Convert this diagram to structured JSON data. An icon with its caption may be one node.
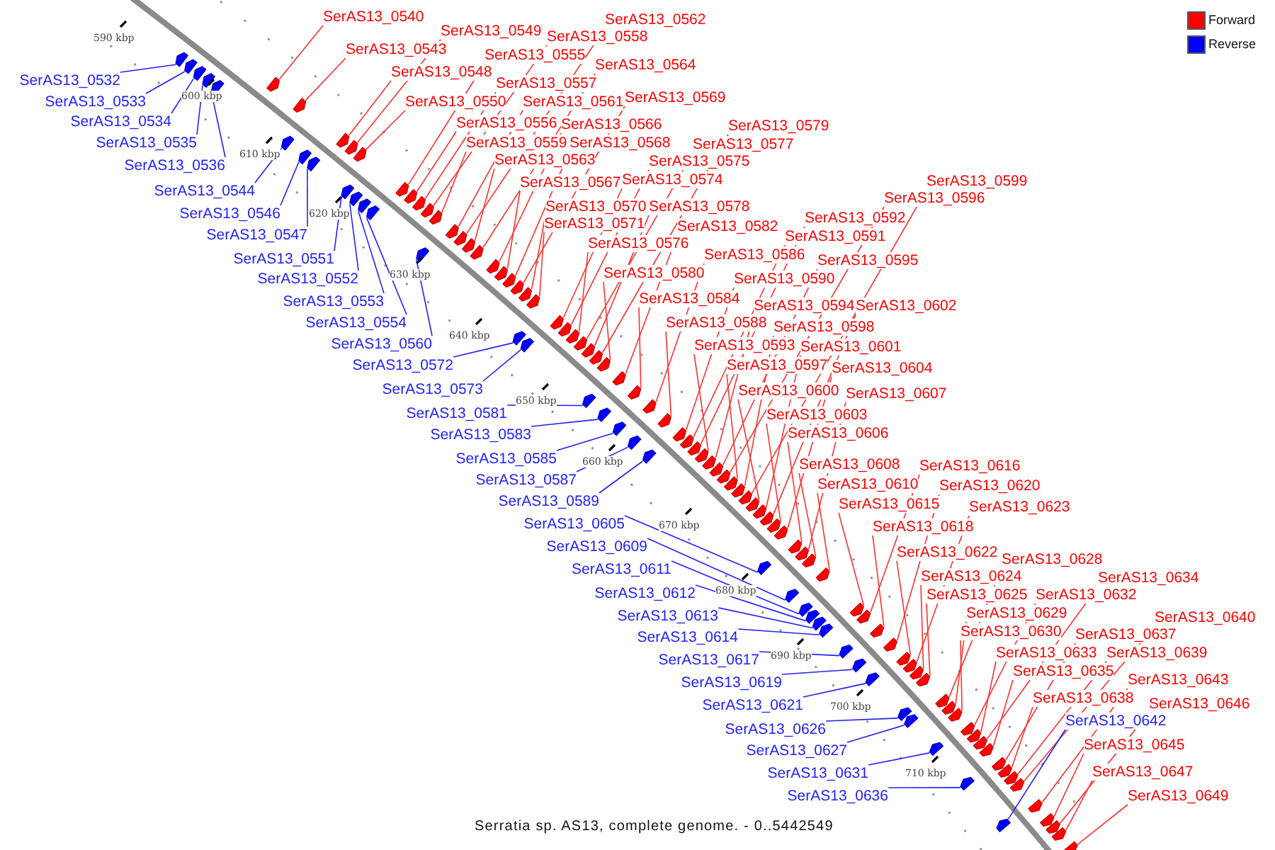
{
  "diagram": {
    "caption": "Serratia sp. AS13, complete genome. - 0..5442549",
    "nodes": [
      {
        "text": [
          "SerAS13_0540"
        ]
      },
      {
        "text": [
          "SerAS13_0549"
        ]
      },
      {
        "text": [
          "SerAS13_0562"
        ]
      },
      {
        "text": [
          "SerAS13_0543"
        ]
      },
      {
        "text": [
          "SerAS13_0558"
        ]
      },
      {
        "text": [
          "SerAS13_0555"
        ]
      },
      {
        "text": [
          "SerAS13_0564"
        ]
      },
      {
        "text": [
          "SerAS13_0548"
        ]
      },
      {
        "text": [
          "SerAS13_0557"
        ]
      },
      {
        "text": [
          "SerAS13_0569"
        ]
      },
      {
        "text": [
          "SerAS13_0550"
        ]
      },
      {
        "text": [
          "SerAS13_0561"
        ]
      },
      {
        "text": [
          "SerAS13_0556"
        ]
      },
      {
        "text": [
          "SerAS13_0566"
        ]
      },
      {
        "text": [
          "SerAS13_0579"
        ]
      },
      {
        "text": [
          "SerAS13_0559"
        ]
      },
      {
        "text": [
          "SerAS13_0568"
        ]
      },
      {
        "text": [
          "SerAS13_0577"
        ]
      },
      {
        "text": [
          "SerAS13_0563"
        ]
      },
      {
        "text": [
          "SerAS13_0575"
        ]
      },
      {
        "text": [
          "SerAS13_0567"
        ]
      },
      {
        "text": [
          "SerAS13_0574"
        ]
      },
      {
        "text": [
          "SerAS13_0599"
        ]
      },
      {
        "text": [
          "SerAS13_0596"
        ]
      },
      {
        "text": [
          "SerAS13_0570"
        ]
      },
      {
        "text": [
          "SerAS13_0578"
        ]
      },
      {
        "text": [
          "SerAS13_0592"
        ]
      },
      {
        "text": [
          "SerAS13_0571"
        ]
      },
      {
        "text": [
          "SerAS13_0582"
        ]
      },
      {
        "text": [
          "SerAS13_0591"
        ]
      },
      {
        "text": [
          "SerAS13_0576"
        ]
      },
      {
        "text": [
          "SerAS13_0586"
        ]
      },
      {
        "text": [
          "SerAS13_0595"
        ]
      },
      {
        "text": [
          "SerAS13_0580"
        ]
      },
      {
        "text": [
          "SerAS13_0590"
        ]
      },
      {
        "text": [
          "SerAS13_0584"
        ]
      },
      {
        "text": [
          "SerAS13_0594"
        ]
      },
      {
        "text": [
          "SerAS13_0602"
        ]
      },
      {
        "text": [
          "SerAS13_0588"
        ]
      },
      {
        "text": [
          "SerAS13_0598"
        ]
      },
      {
        "text": [
          "SerAS13_0593"
        ]
      },
      {
        "text": [
          "SerAS13_0601"
        ]
      },
      {
        "text": [
          "SerAS13_0597"
        ]
      },
      {
        "text": [
          "SerAS13_0604"
        ]
      },
      {
        "text": [
          "SerAS13_0600"
        ]
      },
      {
        "text": [
          "SerAS13_0607"
        ]
      },
      {
        "text": [
          "SerAS13_0603"
        ]
      },
      {
        "text": [
          "SerAS13_0606"
        ]
      },
      {
        "text": [
          "SerAS13_0608"
        ]
      },
      {
        "text": [
          "SerAS13_0616"
        ]
      },
      {
        "text": [
          "SerAS13_0610"
        ]
      },
      {
        "text": [
          "SerAS13_0620"
        ]
      },
      {
        "text": [
          "SerAS13_0615"
        ]
      },
      {
        "text": [
          "SerAS13_0623"
        ]
      },
      {
        "text": [
          "SerAS13_0618"
        ]
      },
      {
        "text": [
          "SerAS13_0622"
        ]
      },
      {
        "text": [
          "SerAS13_0628"
        ]
      },
      {
        "text": [
          "SerAS13_0624"
        ]
      },
      {
        "text": [
          "SerAS13_0634"
        ]
      },
      {
        "text": [
          "SerAS13_0625"
        ]
      },
      {
        "text": [
          "SerAS13_0632"
        ]
      },
      {
        "text": [
          "SerAS13_0629"
        ]
      },
      {
        "text": [
          "SerAS13_0640"
        ]
      },
      {
        "text": [
          "SerAS13_0630"
        ]
      },
      {
        "text": [
          "SerAS13_0637"
        ]
      },
      {
        "text": [
          "SerAS13_0633"
        ]
      },
      {
        "text": [
          "SerAS13_0639"
        ]
      },
      {
        "text": [
          "SerAS13_0635"
        ]
      },
      {
        "text": [
          "SerAS13_0643"
        ]
      },
      {
        "text": [
          "SerAS13_0638"
        ]
      },
      {
        "text": [
          "SerAS13_0646"
        ]
      },
      {
        "text": [
          "SerAS13_0642"
        ]
      },
      {
        "text": [
          "SerAS13_0645"
        ]
      },
      {
        "text": [
          "SerAS13_0647"
        ]
      },
      {
        "text": [
          "SerAS13_0649"
        ]
      },
      {
        "text": [
          "SerAS13_0532"
        ]
      },
      {
        "text": [
          "SerAS13_0533"
        ]
      },
      {
        "text": [
          "SerAS13_0534"
        ]
      },
      {
        "text": [
          "SerAS13_0535"
        ]
      },
      {
        "text": [
          "SerAS13_0536"
        ]
      },
      {
        "text": [
          "SerAS13_0544"
        ]
      },
      {
        "text": [
          "SerAS13_0546"
        ]
      },
      {
        "text": [
          "SerAS13_0547"
        ]
      },
      {
        "text": [
          "SerAS13_0551"
        ]
      },
      {
        "text": [
          "SerAS13_0552"
        ]
      },
      {
        "text": [
          "SerAS13_0553"
        ]
      },
      {
        "text": [
          "SerAS13_0554"
        ]
      },
      {
        "text": [
          "SerAS13_0560"
        ]
      },
      {
        "text": [
          "SerAS13_0572"
        ]
      },
      {
        "text": [
          "SerAS13_0573"
        ]
      },
      {
        "text": [
          "SerAS13_0581"
        ]
      },
      {
        "text": [
          "SerAS13_0583"
        ]
      },
      {
        "text": [
          "SerAS13_0585"
        ]
      },
      {
        "text": [
          "SerAS13_0587"
        ]
      },
      {
        "text": [
          "SerAS13_0589"
        ]
      },
      {
        "text": [
          "SerAS13_0605"
        ]
      },
      {
        "text": [
          "SerAS13_0609"
        ]
      },
      {
        "text": [
          "SerAS13_0611"
        ]
      },
      {
        "text": [
          "SerAS13_0612"
        ]
      },
      {
        "text": [
          "SerAS13_0613"
        ]
      },
      {
        "text": [
          "SerAS13_0614"
        ]
      },
      {
        "text": [
          "SerAS13_0617"
        ]
      },
      {
        "text": [
          "SerAS13_0619"
        ]
      },
      {
        "text": [
          "SerAS13_0621"
        ]
      },
      {
        "text": [
          "SerAS13_0626"
        ]
      },
      {
        "text": [
          "SerAS13_0627"
        ]
      },
      {
        "text": [
          "SerAS13_0631"
        ]
      },
      {
        "text": [
          "SerAS13_0636"
        ]
      },
      {
        "text": [],
        "shape": "arrow"
      },
      {
        "text": [],
        "shape": "arrow"
      },
      {
        "text": [],
        "shape": "arrow"
      },
      {
        "text": [],
        "shape": "arrow"
      },
      {
        "text": [],
        "shape": "arrow"
      },
      {
        "text": [],
        "shape": "arrow"
      },
      {
        "text": [],
        "shape": "arrow"
      },
      {
        "text": [],
        "shape": "arrow"
      },
      {
        "text": [],
        "shape": "arrow"
      },
      {
        "text": [],
        "shape": "arrow"
      },
      {
        "text": [],
        "shape": "arrow"
      },
      {
        "text": [],
        "shape": "arrow"
      },
      {
        "text": [],
        "shape": "arrow"
      },
      {
        "text": [],
        "shape": "arrow"
      },
      {
        "text": [],
        "shape": "arrow"
      },
      {
        "text": [],
        "shape": "arrow"
      },
      {
        "text": [],
        "shape": "arrow"
      },
      {
        "text": [],
        "shape": "arrow"
      },
      {
        "text": [],
        "shape": "arrow"
      },
      {
        "text": [],
        "shape": "arrow"
      },
      {
        "text": [],
        "shape": "arrow"
      },
      {
        "text": [],
        "shape": "arrow"
      },
      {
        "text": [],
        "shape": "arrow"
      },
      {
        "text": [],
        "shape": "arrow"
      },
      {
        "text": [],
        "shape": "arrow"
      },
      {
        "text": [],
        "shape": "arrow"
      },
      {
        "text": [],
        "shape": "arrow"
      },
      {
        "text": [],
        "shape": "arrow"
      },
      {
        "text": [],
        "shape": "arrow"
      },
      {
        "text": [],
        "shape": "arrow"
      },
      {
        "text": [],
        "shape": "arrow"
      },
      {
        "text": [],
        "shape": "arrow"
      },
      {
        "text": [],
        "shape": "arrow"
      },
      {
        "text": [],
        "shape": "arrow"
      },
      {
        "text": [],
        "shape": "arrow"
      },
      {
        "text": [],
        "shape": "arrow"
      },
      {
        "text": [],
        "shape": "arrow"
      },
      {
        "text": [],
        "shape": "arrow"
      },
      {
        "text": [],
        "shape": "arrow"
      },
      {
        "text": [],
        "shape": "arrow"
      },
      {
        "text": [],
        "shape": "arrow"
      },
      {
        "text": [],
        "shape": "arrow"
      },
      {
        "text": [],
        "shape": "arrow"
      },
      {
        "text": [],
        "shape": "arrow"
      },
      {
        "text": [],
        "shape": "arrow"
      },
      {
        "text": [],
        "shape": "arrow"
      },
      {
        "text": [],
        "shape": "arrow"
      },
      {
        "text": [],
        "shape": "arrow"
      },
      {
        "text": [],
        "shape": "arrow"
      },
      {
        "text": [],
        "shape": "arrow"
      },
      {
        "text": [],
        "shape": "arrow"
      },
      {
        "text": [],
        "shape": "arrow"
      },
      {
        "text": [],
        "shape": "arrow"
      },
      {
        "text": [],
        "shape": "arrow"
      },
      {
        "text": [],
        "shape": "arrow"
      },
      {
        "text": [],
        "shape": "arrow"
      },
      {
        "text": [],
        "shape": "arrow"
      },
      {
        "text": [],
        "shape": "arrow"
      },
      {
        "text": [],
        "shape": "arrow"
      },
      {
        "text": [],
        "shape": "arrow"
      },
      {
        "text": [],
        "shape": "arrow"
      },
      {
        "text": [],
        "shape": "arrow"
      },
      {
        "text": [],
        "shape": "arrow"
      },
      {
        "text": [],
        "shape": "arrow"
      },
      {
        "text": [],
        "shape": "arrow"
      },
      {
        "text": [],
        "shape": "arrow"
      },
      {
        "text": [],
        "shape": "arrow"
      },
      {
        "text": [],
        "shape": "arrow"
      },
      {
        "text": [],
        "shape": "arrow"
      },
      {
        "text": [],
        "shape": "arrow"
      },
      {
        "text": [],
        "shape": "arrow"
      },
      {
        "text": [],
        "shape": "arrow"
      },
      {
        "text": [],
        "shape": "arrow"
      },
      {
        "text": [],
        "shape": "arrow"
      },
      {
        "text": [],
        "shape": "arrow"
      },
      {
        "text": [],
        "shape": "arrow"
      },
      {
        "text": [],
        "shape": "arrow"
      },
      {
        "text": [],
        "shape": "arrow"
      },
      {
        "text": [],
        "shape": "arrow"
      },
      {
        "text": [],
        "shape": "arrow"
      },
      {
        "text": [],
        "shape": "arrow"
      },
      {
        "text": [],
        "shape": "arrow"
      },
      {
        "text": [],
        "shape": "arrow"
      },
      {
        "text": [],
        "shape": "arrow"
      },
      {
        "text": [],
        "shape": "arrow"
      },
      {
        "text": [],
        "shape": "arrow"
      },
      {
        "text": [],
        "shape": "arrow"
      },
      {
        "text": [],
        "shape": "arrow"
      },
      {
        "text": [],
        "shape": "arrow"
      },
      {
        "text": [],
        "shape": "arrow"
      },
      {
        "text": [],
        "shape": "arrow"
      },
      {
        "text": [],
        "shape": "arrow"
      },
      {
        "text": [],
        "shape": "arrow"
      },
      {
        "text": [],
        "shape": "arrow"
      },
      {
        "text": [],
        "shape": "arrow"
      },
      {
        "text": [],
        "shape": "arrow"
      },
      {
        "text": [],
        "shape": "arrow"
      },
      {
        "text": [],
        "shape": "arrow"
      },
      {
        "text": [],
        "shape": "arrow"
      },
      {
        "text": [],
        "shape": "arrow"
      },
      {
        "text": [],
        "shape": "arrow"
      },
      {
        "text": [],
        "shape": "arrow"
      },
      {
        "text": [],
        "shape": "arrow"
      },
      {
        "text": [],
        "shape": "arrow"
      },
      {
        "text": [],
        "shape": "arrow"
      },
      {
        "text": [],
        "shape": "arrow"
      },
      {
        "text": [],
        "shape": "arrow"
      },
      {
        "text": [],
        "shape": "arrow"
      }
    ],
    "edges": [
      {
        "from": 0,
        "to": 113,
        "arrow": "none"
      },
      {
        "from": 1,
        "to": 119,
        "arrow": "none"
      },
      {
        "from": 2,
        "to": 132,
        "arrow": "none"
      },
      {
        "from": 3,
        "to": 114,
        "arrow": "none"
      },
      {
        "from": 4,
        "to": 128,
        "arrow": "none"
      },
      {
        "from": 5,
        "to": 125,
        "arrow": "none"
      },
      {
        "from": 6,
        "to": 134,
        "arrow": "none"
      },
      {
        "from": 7,
        "to": 118,
        "arrow": "none"
      },
      {
        "from": 8,
        "to": 127,
        "arrow": "none"
      },
      {
        "from": 9,
        "to": 138,
        "arrow": "none"
      },
      {
        "from": 10,
        "to": 120,
        "arrow": "none"
      },
      {
        "from": 11,
        "to": 131,
        "arrow": "none"
      },
      {
        "from": 12,
        "to": 126,
        "arrow": "none"
      },
      {
        "from": 13,
        "to": 135,
        "arrow": "none"
      },
      {
        "from": 14,
        "to": 148,
        "arrow": "none"
      },
      {
        "from": 15,
        "to": 129,
        "arrow": "none"
      },
      {
        "from": 16,
        "to": 137,
        "arrow": "none"
      },
      {
        "from": 17,
        "to": 146,
        "arrow": "none"
      },
      {
        "from": 18,
        "to": 133,
        "arrow": "none"
      },
      {
        "from": 19,
        "to": 144,
        "arrow": "none"
      },
      {
        "from": 20,
        "to": 136,
        "arrow": "none"
      },
      {
        "from": 21,
        "to": 143,
        "arrow": "none"
      },
      {
        "from": 22,
        "to": 168,
        "arrow": "none"
      },
      {
        "from": 23,
        "to": 165,
        "arrow": "none"
      },
      {
        "from": 24,
        "to": 139,
        "arrow": "none"
      },
      {
        "from": 25,
        "to": 147,
        "arrow": "none"
      },
      {
        "from": 26,
        "to": 161,
        "arrow": "none"
      },
      {
        "from": 27,
        "to": 140,
        "arrow": "none"
      },
      {
        "from": 28,
        "to": 151,
        "arrow": "none"
      },
      {
        "from": 29,
        "to": 160,
        "arrow": "none"
      },
      {
        "from": 30,
        "to": 145,
        "arrow": "none"
      },
      {
        "from": 31,
        "to": 155,
        "arrow": "none"
      },
      {
        "from": 32,
        "to": 164,
        "arrow": "none"
      },
      {
        "from": 33,
        "to": 149,
        "arrow": "none"
      },
      {
        "from": 34,
        "to": 159,
        "arrow": "none"
      },
      {
        "from": 35,
        "to": 153,
        "arrow": "none"
      },
      {
        "from": 36,
        "to": 163,
        "arrow": "none"
      },
      {
        "from": 37,
        "to": 171,
        "arrow": "none"
      },
      {
        "from": 38,
        "to": 157,
        "arrow": "none"
      },
      {
        "from": 39,
        "to": 167,
        "arrow": "none"
      },
      {
        "from": 40,
        "to": 162,
        "arrow": "none"
      },
      {
        "from": 41,
        "to": 170,
        "arrow": "none"
      },
      {
        "from": 42,
        "to": 166,
        "arrow": "none"
      },
      {
        "from": 43,
        "to": 173,
        "arrow": "none"
      },
      {
        "from": 44,
        "to": 169,
        "arrow": "none"
      },
      {
        "from": 45,
        "to": 176,
        "arrow": "none"
      },
      {
        "from": 46,
        "to": 172,
        "arrow": "none"
      },
      {
        "from": 47,
        "to": 175,
        "arrow": "none"
      },
      {
        "from": 48,
        "to": 177,
        "arrow": "none"
      },
      {
        "from": 49,
        "to": 185,
        "arrow": "none"
      },
      {
        "from": 50,
        "to": 179,
        "arrow": "none"
      },
      {
        "from": 51,
        "to": 189,
        "arrow": "none"
      },
      {
        "from": 52,
        "to": 184,
        "arrow": "none"
      },
      {
        "from": 53,
        "to": 192,
        "arrow": "none"
      },
      {
        "from": 54,
        "to": 187,
        "arrow": "none"
      },
      {
        "from": 55,
        "to": 191,
        "arrow": "none"
      },
      {
        "from": 56,
        "to": 197,
        "arrow": "none"
      },
      {
        "from": 57,
        "to": 193,
        "arrow": "none"
      },
      {
        "from": 58,
        "to": 203,
        "arrow": "none"
      },
      {
        "from": 59,
        "to": 194,
        "arrow": "none"
      },
      {
        "from": 60,
        "to": 201,
        "arrow": "none"
      },
      {
        "from": 61,
        "to": 198,
        "arrow": "none"
      },
      {
        "from": 62,
        "to": 209,
        "arrow": "none"
      },
      {
        "from": 63,
        "to": 199,
        "arrow": "none"
      },
      {
        "from": 64,
        "to": 206,
        "arrow": "none"
      },
      {
        "from": 65,
        "to": 202,
        "arrow": "none"
      },
      {
        "from": 66,
        "to": 208,
        "arrow": "none"
      },
      {
        "from": 67,
        "to": 204,
        "arrow": "none"
      },
      {
        "from": 68,
        "to": 211,
        "arrow": "none"
      },
      {
        "from": 69,
        "to": 207,
        "arrow": "none"
      },
      {
        "from": 70,
        "to": 213,
        "arrow": "none"
      },
      {
        "from": 71,
        "to": 210,
        "arrow": "none",
        "color": "#2020ff"
      },
      {
        "from": 72,
        "to": 212,
        "arrow": "none"
      },
      {
        "from": 73,
        "to": 214,
        "arrow": "none"
      },
      {
        "from": 74,
        "to": 215,
        "arrow": "none"
      },
      {
        "from": 75,
        "to": 108,
        "arrow": "none",
        "color": "#2020ff"
      },
      {
        "from": 76,
        "to": 109,
        "arrow": "none",
        "color": "#2020ff"
      },
      {
        "from": 77,
        "to": 110,
        "arrow": "none",
        "color": "#2020ff"
      },
      {
        "from": 78,
        "to": 111,
        "arrow": "none",
        "color": "#2020ff"
      },
      {
        "from": 79,
        "to": 112,
        "arrow": "none",
        "color": "#2020ff"
      },
      {
        "from": 80,
        "to": 115,
        "arrow": "none",
        "color": "#2020ff"
      },
      {
        "from": 81,
        "to": 116,
        "arrow": "none",
        "color": "#2020ff"
      },
      {
        "from": 82,
        "to": 117,
        "arrow": "none",
        "color": "#2020ff"
      },
      {
        "from": 83,
        "to": 121,
        "arrow": "none",
        "color": "#2020ff"
      },
      {
        "from": 84,
        "to": 122,
        "arrow": "none",
        "color": "#2020ff"
      },
      {
        "from": 85,
        "to": 123,
        "arrow": "none",
        "color": "#2020ff"
      },
      {
        "from": 86,
        "to": 124,
        "arrow": "none",
        "color": "#2020ff"
      },
      {
        "from": 87,
        "to": 130,
        "arrow": "none",
        "color": "#2020ff"
      },
      {
        "from": 88,
        "to": 141,
        "arrow": "none",
        "color": "#2020ff"
      },
      {
        "from": 89,
        "to": 142,
        "arrow": "none",
        "color": "#2020ff"
      },
      {
        "from": 90,
        "to": 150,
        "arrow": "none",
        "color": "#2020ff"
      },
      {
        "from": 91,
        "to": 152,
        "arrow": "none",
        "color": "#2020ff"
      },
      {
        "from": 92,
        "to": 154,
        "arrow": "none",
        "color": "#2020ff"
      },
      {
        "from": 93,
        "to": 156,
        "arrow": "none",
        "color": "#2020ff"
      },
      {
        "from": 94,
        "to": 158,
        "arrow": "none",
        "color": "#2020ff"
      },
      {
        "from": 95,
        "to": 174,
        "arrow": "none",
        "color": "#2020ff"
      },
      {
        "from": 96,
        "to": 178,
        "arrow": "none",
        "color": "#2020ff"
      },
      {
        "from": 97,
        "to": 180,
        "arrow": "none",
        "color": "#2020ff"
      },
      {
        "from": 98,
        "to": 181,
        "arrow": "none",
        "color": "#2020ff"
      },
      {
        "from": 99,
        "to": 182,
        "arrow": "none",
        "color": "#2020ff"
      },
      {
        "from": 100,
        "to": 183,
        "arrow": "none",
        "color": "#2020ff"
      },
      {
        "from": 101,
        "to": 186,
        "arrow": "none",
        "color": "#2020ff"
      },
      {
        "from": 102,
        "to": 188,
        "arrow": "none",
        "color": "#2020ff"
      },
      {
        "from": 103,
        "to": 190,
        "arrow": "none",
        "color": "#2020ff"
      },
      {
        "from": 104,
        "to": 195,
        "arrow": "none",
        "color": "#2020ff"
      },
      {
        "from": 105,
        "to": 196,
        "arrow": "none",
        "color": "#2020ff"
      },
      {
        "from": 106,
        "to": 200,
        "arrow": "none",
        "color": "#2020ff"
      },
      {
        "from": 107,
        "to": 205,
        "arrow": "none",
        "color": "#2020ff"
      }
    ],
    "labels": [
      "590 kbp",
      "600 kbp",
      "610 kbp",
      "620 kbp",
      "630 kbp",
      "640 kbp",
      "650 kbp",
      "660 kbp",
      "670 kbp",
      "680 kbp",
      "690 kbp",
      "700 kbp",
      "710 kbp"
    ],
    "legend": [
      {
        "text": "Forward",
        "color": "#ff0000"
      },
      {
        "text": "Reverse",
        "color": "#0000ff"
      }
    ]
  }
}
